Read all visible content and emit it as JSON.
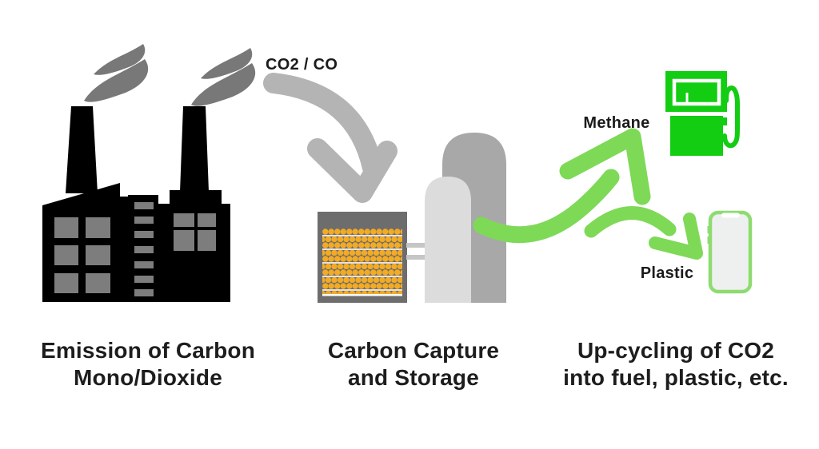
{
  "page": {
    "description": "Infographic of carbon emission, capture and up-cycling process"
  },
  "labels": {
    "co2_stream": "CO2 / CO",
    "methane": "Methane",
    "plastic": "Plastic"
  },
  "captions": {
    "emission": {
      "line1": "Emission of Carbon",
      "line2": "Mono/Dioxide"
    },
    "capture": {
      "line1": "Carbon Capture",
      "line2": "and Storage"
    },
    "upcycling": {
      "line1": "Up-cycling of CO2",
      "line2": "into fuel, plastic, etc."
    }
  },
  "icons": {
    "factory-icon": "black factory silhouette with two chimneys",
    "smoke-icon": "gray smoke puffs from chimneys",
    "co2-flow-arrow-icon": "gray curved arrow from smoke to capture unit",
    "capture-unit-icon": "dark gray sorbent bed filled with orange molecule beads",
    "storage-tanks-icon": "two rounded-top storage tanks",
    "methane-arrow-icon": "green curved arrow toward fuel pump",
    "plastic-arrow-icon": "green curved arrow toward smartphone",
    "fuel-pump-icon": "bright green fuel dispenser with hose",
    "smartphone-icon": "light-green outlined smartphone"
  },
  "colors": {
    "text": "#1b1b1b",
    "factory_black": "#000000",
    "window_gray": "#7d7d7d",
    "smoke_gray": "#787878",
    "flow_arrow_gray": "#b4b4b4",
    "capture_box_gray": "#6d6d6d",
    "molecule_orange": "#f3ab24",
    "tank_dark_gray": "#a8a8a8",
    "tank_light_gray": "#dcdcdc",
    "pipe_gray": "#c6c6c6",
    "arrow_green": "#7ed957",
    "pump_green": "#12cd12",
    "phone_green": "#8edc70",
    "phone_screen": "#eef0ef"
  }
}
